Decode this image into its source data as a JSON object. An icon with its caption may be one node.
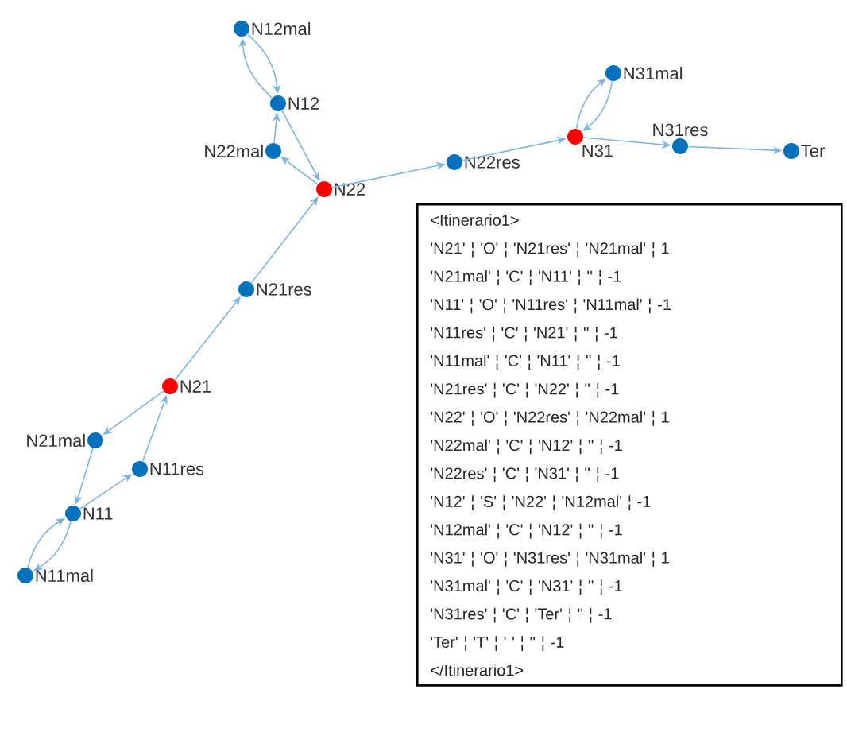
{
  "diagram": {
    "nodes": [
      {
        "text": [
          "N12mal"
        ]
      },
      {
        "text": [
          "N12"
        ]
      },
      {
        "text": [
          "N22mal"
        ]
      },
      {
        "text": [
          "N22"
        ]
      },
      {
        "text": [
          "N22res"
        ]
      },
      {
        "text": [
          "N31"
        ]
      },
      {
        "text": [
          "N31mal"
        ]
      },
      {
        "text": [
          "N31res"
        ]
      },
      {
        "text": [
          "Ter"
        ]
      },
      {
        "text": [
          "N21res"
        ]
      },
      {
        "text": [
          "N21"
        ]
      },
      {
        "text": [
          "N21mal"
        ]
      },
      {
        "text": [
          "N11res"
        ]
      },
      {
        "text": [
          "N11"
        ]
      },
      {
        "text": [
          "N11mal"
        ]
      },
      {
        "text": [
          "<Itinerario1>",
          "'N21' ¦ 'O' ¦ 'N21res' ¦ 'N21mal' ¦ 1",
          "'N21mal' ¦ 'C' ¦ 'N11' ¦ '' ¦ -1",
          "'N11' ¦ 'O' ¦ 'N11res' ¦ 'N11mal' ¦ -1",
          "'N11res' ¦ 'C' ¦ 'N21' ¦ '' ¦ -1",
          "'N11mal' ¦ 'C' ¦ 'N11' ¦ '' ¦ -1",
          "'N21res' ¦ 'C' ¦ 'N22' ¦ '' ¦ -1",
          "'N22' ¦ 'O' ¦ 'N22res' ¦ 'N22mal' ¦ 1",
          "'N22mal' ¦ 'C' ¦ 'N12' ¦ '' ¦ -1",
          "'N22res' ¦ 'C' ¦ 'N31' ¦ '' ¦ -1",
          "'N12' ¦ 'S' ¦ 'N22' ¦ 'N12mal' ¦ -1",
          "'N12mal' ¦ 'C' ¦ 'N12' ¦ '' ¦ -1",
          "'N31' ¦ 'O' ¦ 'N31res' ¦ 'N31mal' ¦ 1",
          "'N31mal' ¦ 'C' ¦ 'N31' ¦ '' ¦ -1",
          "'N31res' ¦ 'C' ¦ 'Ter' ¦ '' ¦ -1",
          "'Ter' ¦ 'T' ¦ ' ' ¦ '' ¦ -1",
          "</Itinerario1>"
        ]
      }
    ],
    "edges": [
      {
        "from": 10,
        "to": 9,
        "arrow": "to"
      },
      {
        "from": 10,
        "to": 11,
        "arrow": "to"
      },
      {
        "from": 11,
        "to": 13,
        "arrow": "to"
      },
      {
        "from": 13,
        "to": 12,
        "arrow": "to"
      },
      {
        "from": 13,
        "to": 14,
        "arrow": "to"
      },
      {
        "from": 12,
        "to": 10,
        "arrow": "to"
      },
      {
        "from": 14,
        "to": 13,
        "arrow": "to"
      },
      {
        "from": 9,
        "to": 3,
        "arrow": "to"
      },
      {
        "from": 3,
        "to": 4,
        "arrow": "to"
      },
      {
        "from": 3,
        "to": 2,
        "arrow": "to"
      },
      {
        "from": 2,
        "to": 1,
        "arrow": "to"
      },
      {
        "from": 4,
        "to": 5,
        "arrow": "to"
      },
      {
        "from": 1,
        "to": 3,
        "arrow": "to"
      },
      {
        "from": 1,
        "to": 0,
        "arrow": "to"
      },
      {
        "from": 0,
        "to": 1,
        "arrow": "to"
      },
      {
        "from": 5,
        "to": 7,
        "arrow": "to"
      },
      {
        "from": 5,
        "to": 6,
        "arrow": "to"
      },
      {
        "from": 6,
        "to": 5,
        "arrow": "to"
      },
      {
        "from": 7,
        "to": 8,
        "arrow": "to"
      }
    ]
  }
}
